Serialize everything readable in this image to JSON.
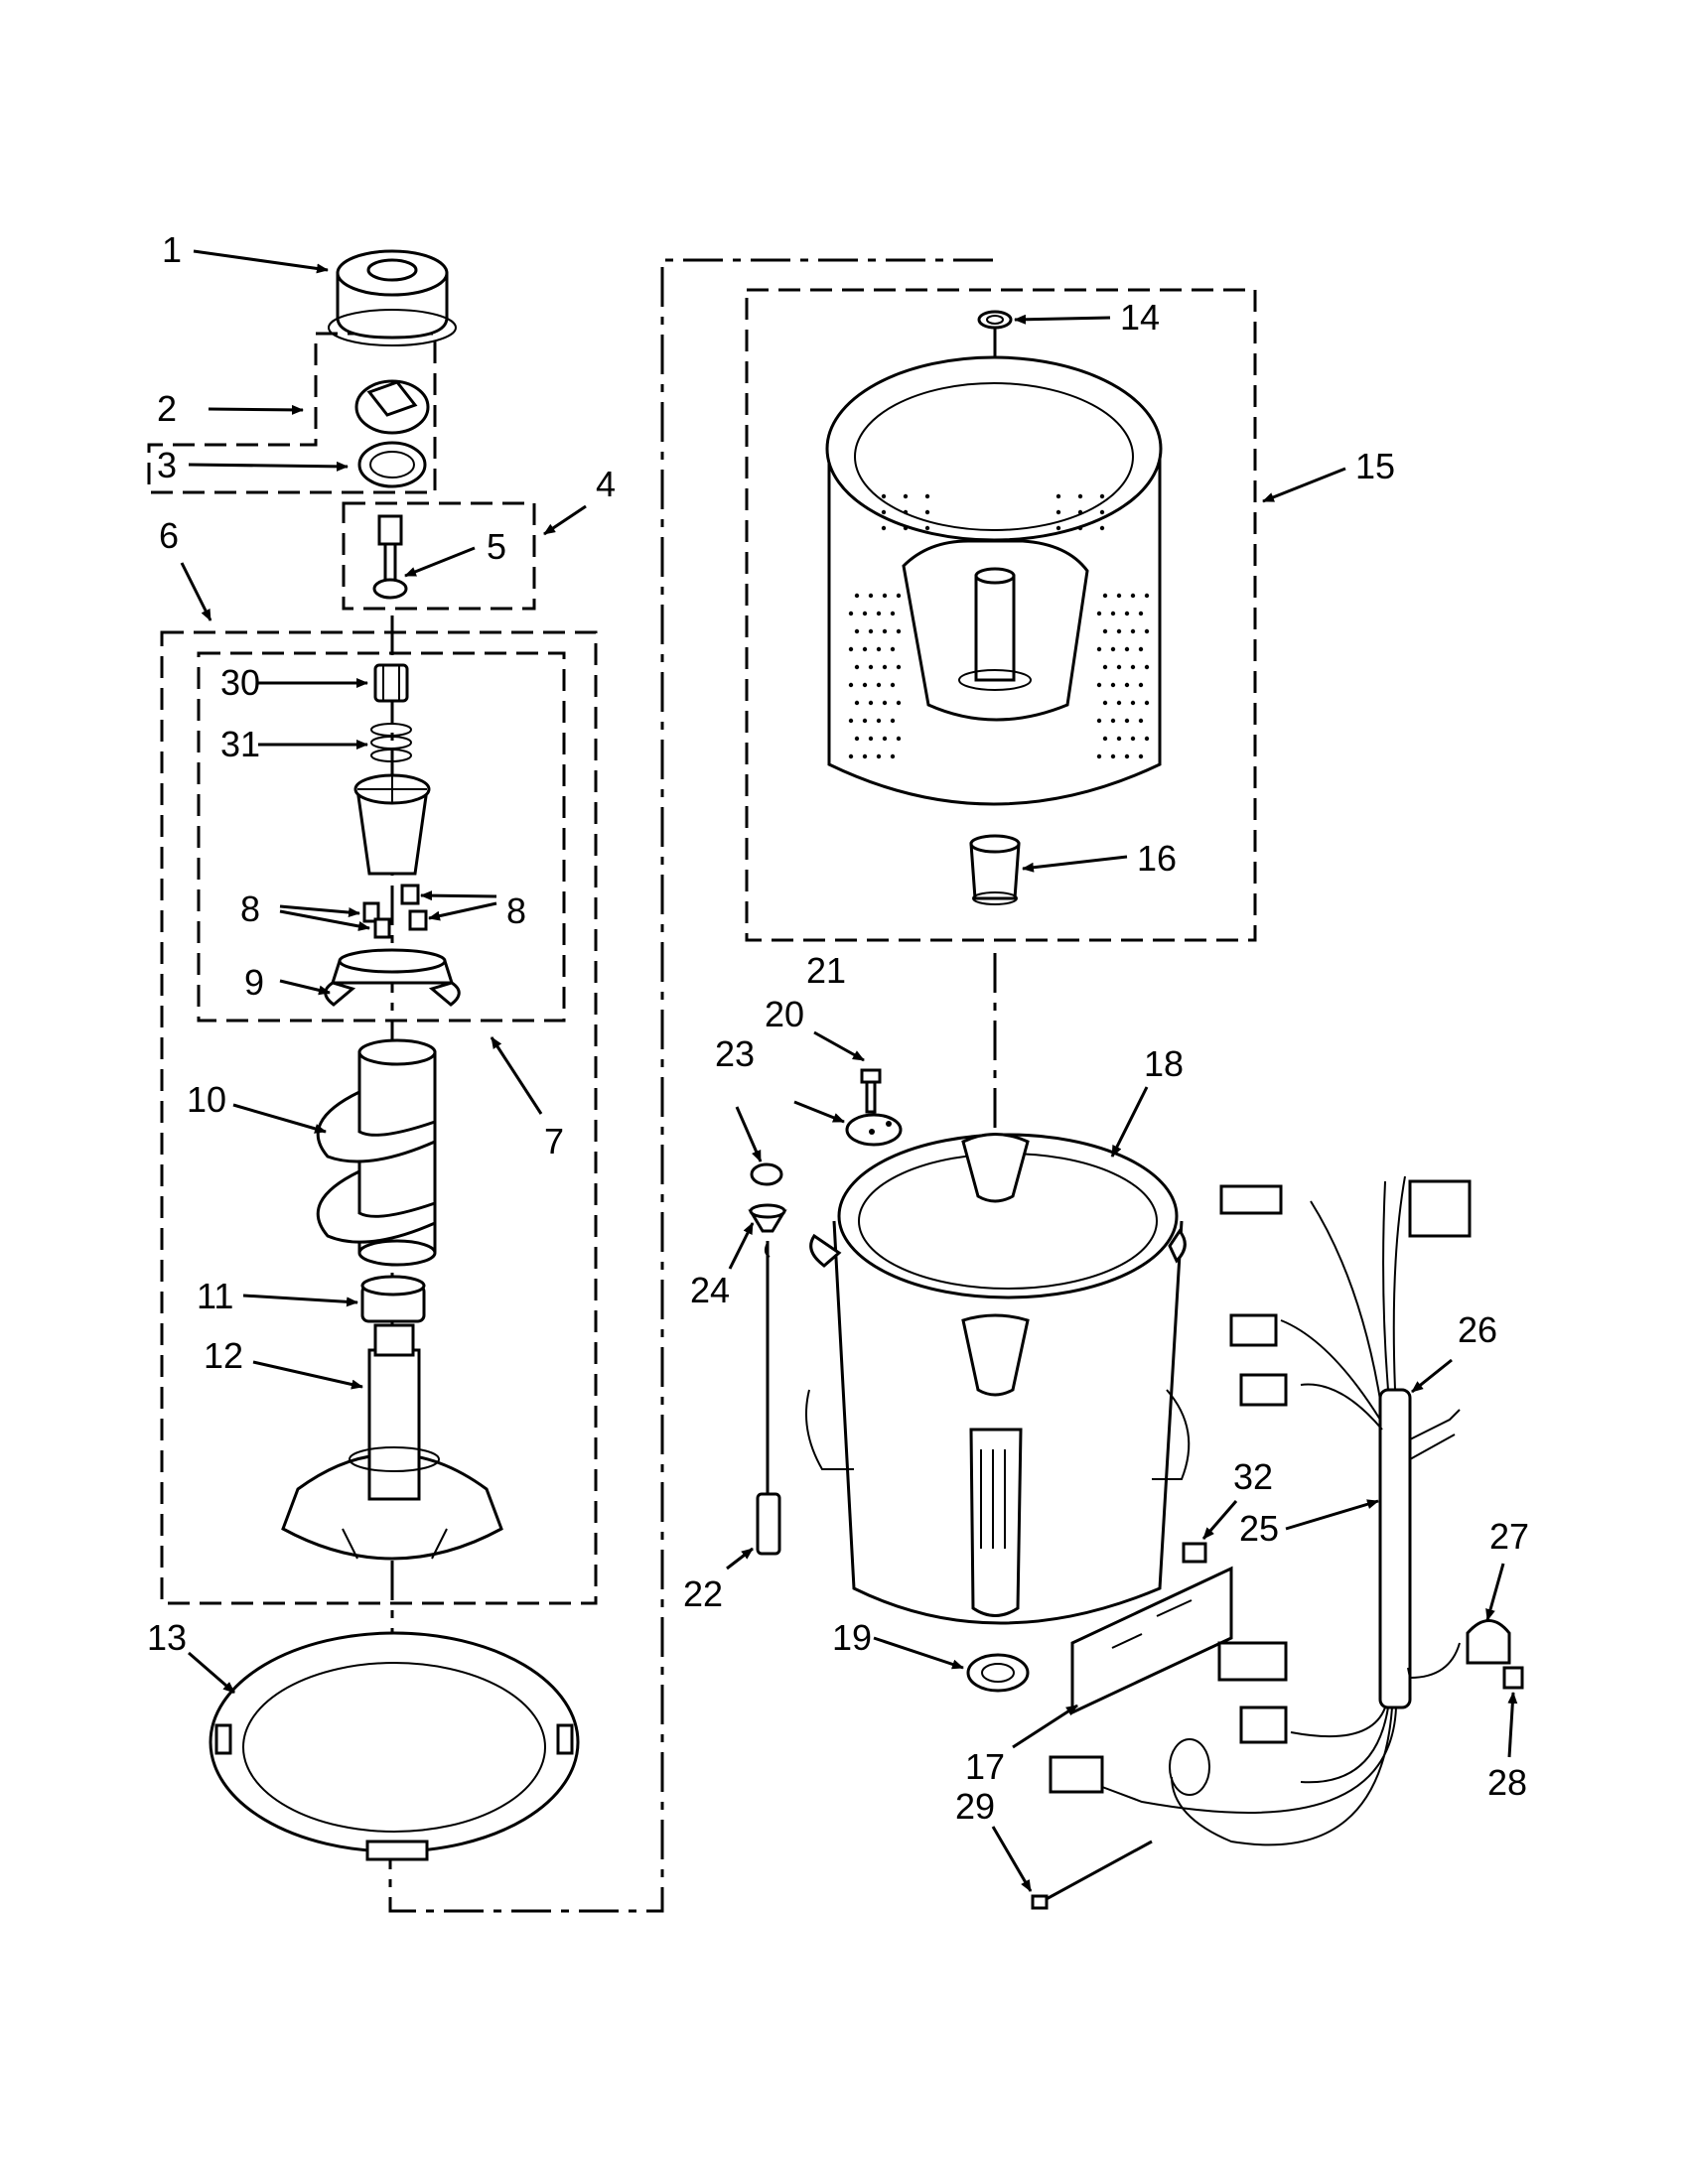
{
  "part_labels": [
    "1",
    "2",
    "3",
    "4",
    "5",
    "6",
    "7",
    "8",
    "8",
    "9",
    "10",
    "11",
    "12",
    "13",
    "14",
    "15",
    "16",
    "17",
    "18",
    "19",
    "20",
    "21",
    "22",
    "23",
    "24",
    "25",
    "26",
    "27",
    "28",
    "29",
    "30",
    "31",
    "32"
  ]
}
